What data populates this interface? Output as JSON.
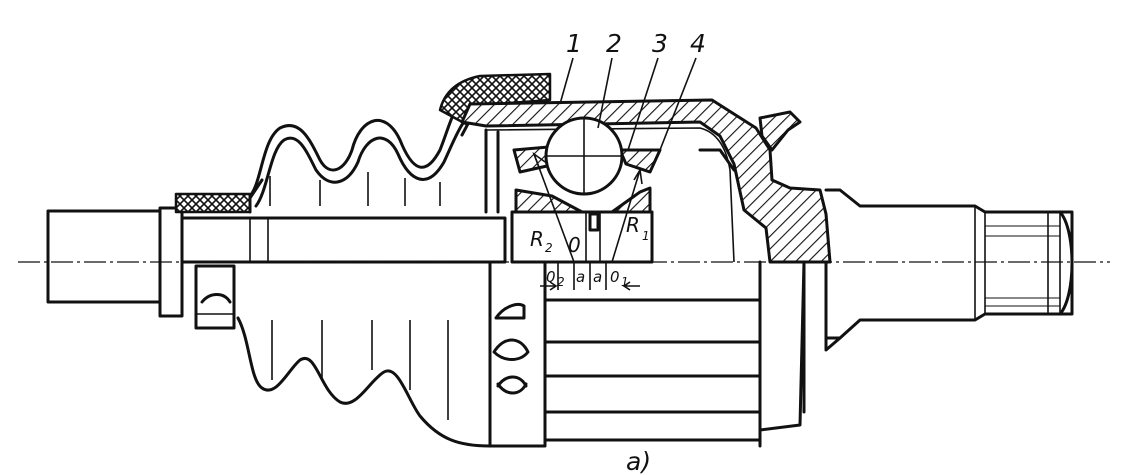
{
  "figure": {
    "caption": "а)",
    "part_labels": [
      "1",
      "2",
      "3",
      "4"
    ],
    "radius_labels": {
      "r2_main": "R",
      "r2_sub": "2",
      "r1_main": "R",
      "r1_sub": "1"
    },
    "center_label": "0",
    "offset_labels": {
      "o2_main": "0",
      "o2_sub": "2",
      "a_left": "a",
      "a_right": "a",
      "o1_main": "0",
      "o1_sub": "1"
    }
  }
}
